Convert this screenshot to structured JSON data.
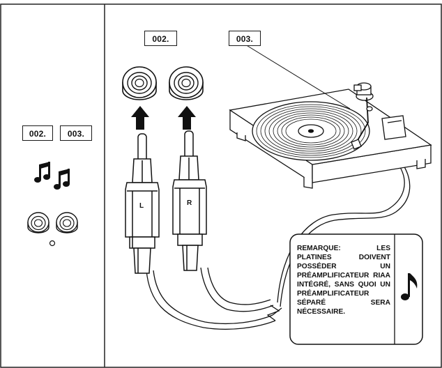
{
  "sidebar": {
    "label_a": "002.",
    "label_b": "003."
  },
  "main": {
    "caps_label": "002.",
    "turntable_label": "003.",
    "plug_left_letter": "L",
    "plug_right_letter": "R"
  },
  "note": {
    "text": "REMARQUE: LES PLATINES DOIVENT POSSÉDER UN PRÉAMPLIFICATEUR RIAA INTÉGRÉ, SANS QUOI UN PRÉAMPLIFICATEUR SÉPARÉ SERA NÉCESSAIRE.",
    "icon": "music-note-icon"
  },
  "icons": {
    "sidebar_music": "music-notes-icon",
    "sidebar_caps": "rca-caps-icon",
    "arrows": "arrow-up-icon"
  }
}
